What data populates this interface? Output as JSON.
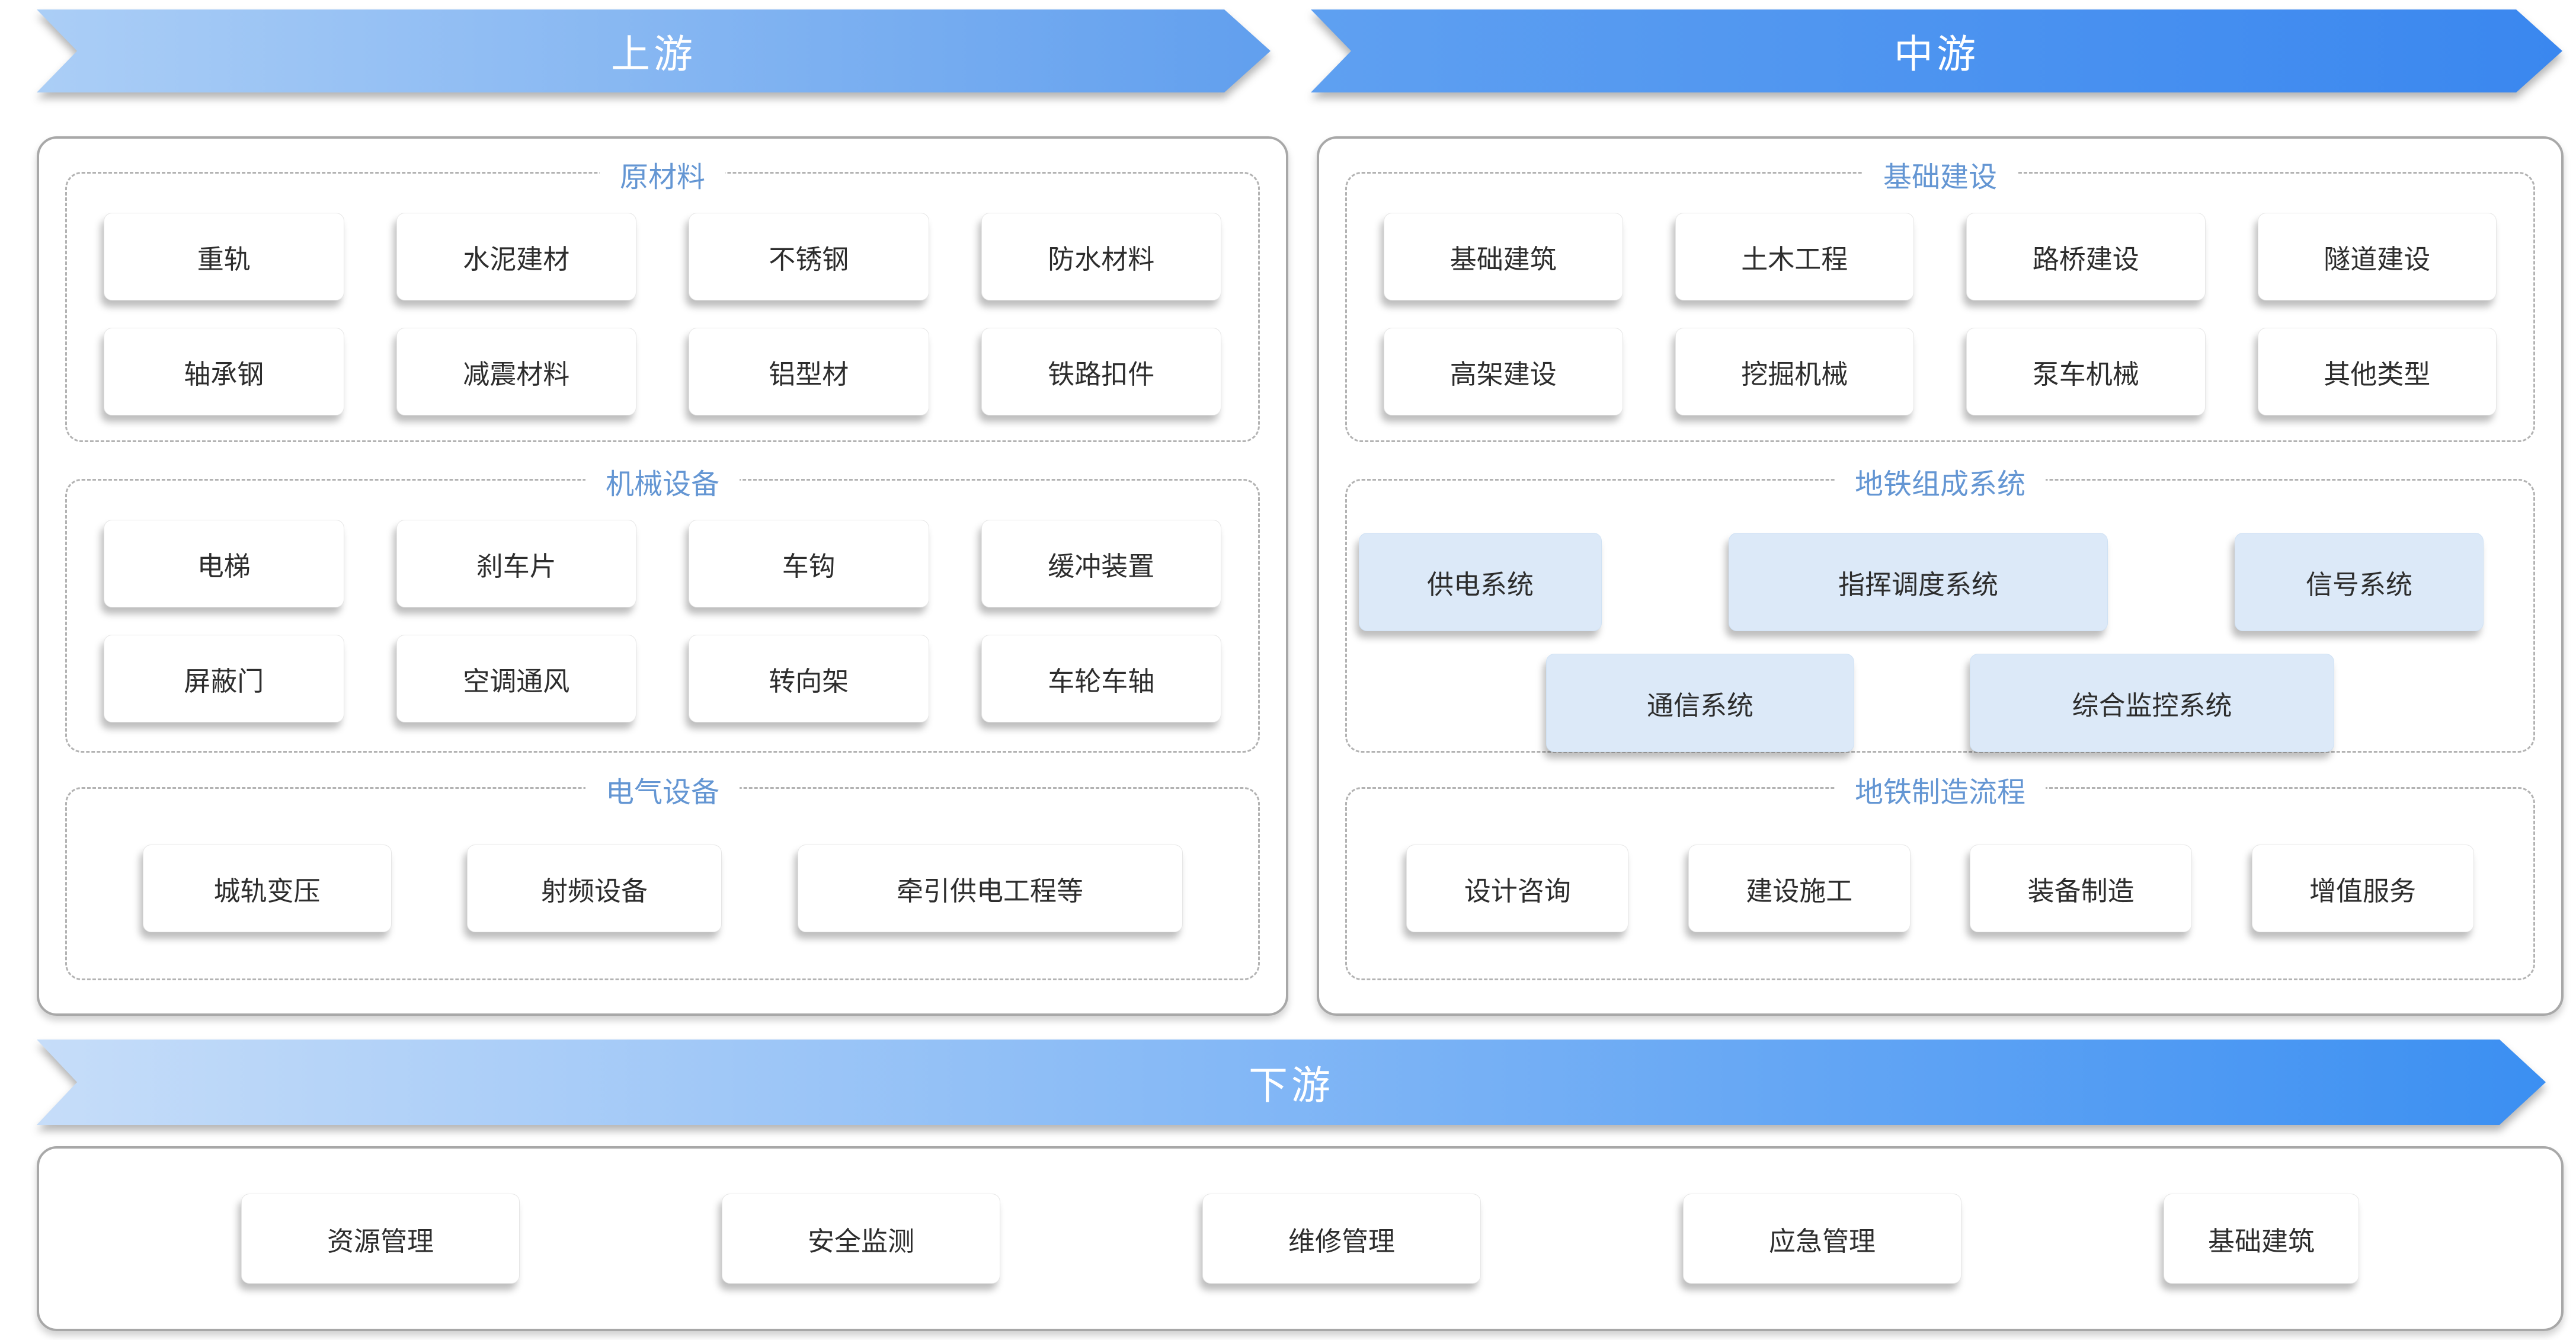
{
  "banners": {
    "upstream": {
      "label": "上游"
    },
    "midstream": {
      "label": "中游"
    },
    "downstream": {
      "label": "下游"
    }
  },
  "upstream_panel": {
    "sections": [
      {
        "title": "原材料",
        "items": [
          "重轨",
          "水泥建材",
          "不锈钢",
          "防水材料",
          "轴承钢",
          "减震材料",
          "铝型材",
          "铁路扣件"
        ]
      },
      {
        "title": "机械设备",
        "items": [
          "电梯",
          "刹车片",
          "车钩",
          "缓冲装置",
          "屏蔽门",
          "空调通风",
          "转向架",
          "车轮车轴"
        ]
      },
      {
        "title": "电气设备",
        "items": [
          "城轨变压",
          "射频设备",
          "牵引供电工程等"
        ]
      }
    ]
  },
  "midstream_panel": {
    "sections": [
      {
        "title": "基础建设",
        "items": [
          "基础建筑",
          "土木工程",
          "路桥建设",
          "隧道建设",
          "高架建设",
          "挖掘机械",
          "泵车机械",
          "其他类型"
        ]
      },
      {
        "title": "地铁组成系统",
        "highlighted": true,
        "items": [
          "供电系统",
          "指挥调度系统",
          "信号系统",
          "通信系统",
          "综合监控系统"
        ]
      },
      {
        "title": "地铁制造流程",
        "items": [
          "设计咨询",
          "建设施工",
          "装备制造",
          "增值服务"
        ]
      }
    ]
  },
  "downstream_panel": {
    "items": [
      "资源管理",
      "安全监测",
      "维修管理",
      "应急管理",
      "基础建筑"
    ]
  },
  "colors": {
    "section_title_blue": "#6496d3",
    "banner_upstream_gradient": [
      "#abcef6",
      "#619fee"
    ],
    "banner_midstream_gradient": [
      "#5fa0f1",
      "#3a87ef"
    ],
    "banner_downstream_gradient": [
      "#c6ddf9",
      "#3b8ff2"
    ],
    "highlight_card_bg": "#dce9f8",
    "card_bg": "#ffffff",
    "panel_border": "#a8a8a8",
    "banner_text": "#ffffff"
  }
}
